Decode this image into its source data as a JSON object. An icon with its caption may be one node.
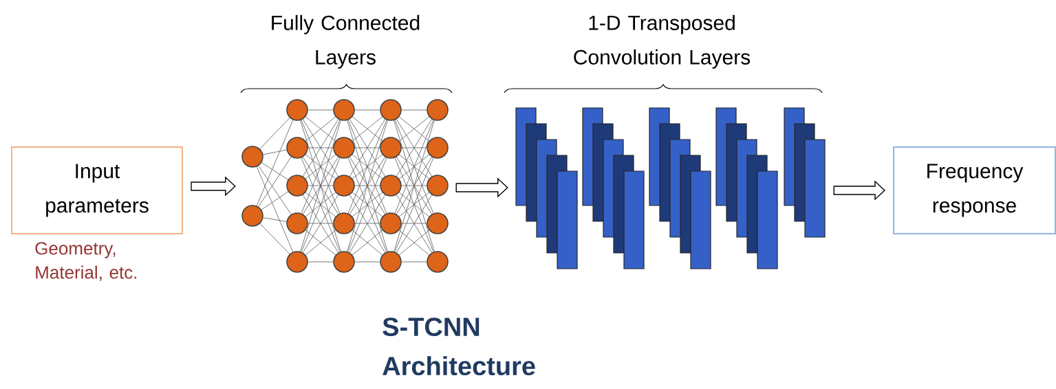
{
  "diagram": {
    "caption": "S-TCNN Architecture",
    "nodes": [
      {
        "text": [
          "Input parameters"
        ],
        "beside": [
          "Geometry, Material, etc."
        ]
      },
      {
        "text": [
          "Fully Connected Layers"
        ]
      },
      {
        "text": [
          "1-D Transposed Convolution Layers"
        ]
      },
      {
        "text": [
          "Frequency response"
        ]
      }
    ],
    "edges": [
      {
        "from": 0,
        "to": 1,
        "arrow": "to"
      },
      {
        "from": 1,
        "to": 2,
        "arrow": "to"
      },
      {
        "from": 2,
        "to": 3,
        "arrow": "to"
      }
    ]
  }
}
